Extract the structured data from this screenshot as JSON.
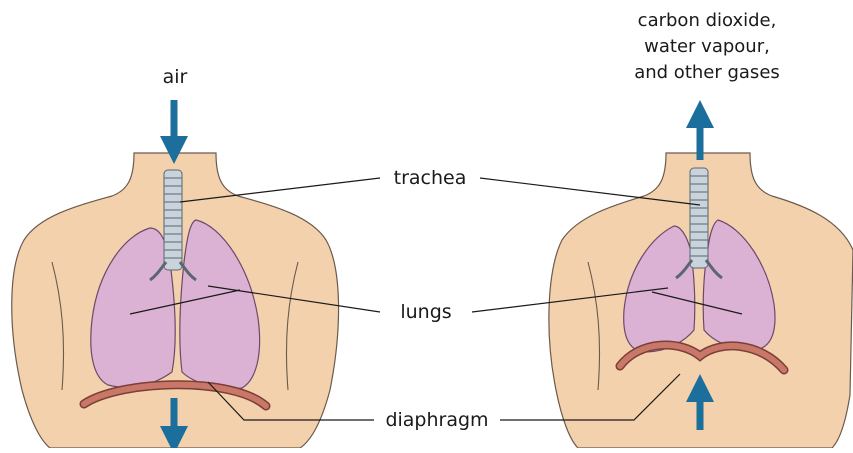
{
  "labels": {
    "inhale_input": "air",
    "exhale_output_line1": "carbon dioxide,",
    "exhale_output_line2": "water vapour,",
    "exhale_output_line3": "and other gases",
    "trachea": "trachea",
    "lungs": "lungs",
    "diaphragm": "diaphragm"
  },
  "colors": {
    "skin": "#f3d1ad",
    "skin_outline": "#6b5a4c",
    "lung": "#dcb2d4",
    "lung_outline": "#6a4a6a",
    "trachea": "#c9d3dc",
    "diaphragm": "#c97768",
    "arrow": "#1c6f9c",
    "leader_line": "#1a1a1a"
  }
}
